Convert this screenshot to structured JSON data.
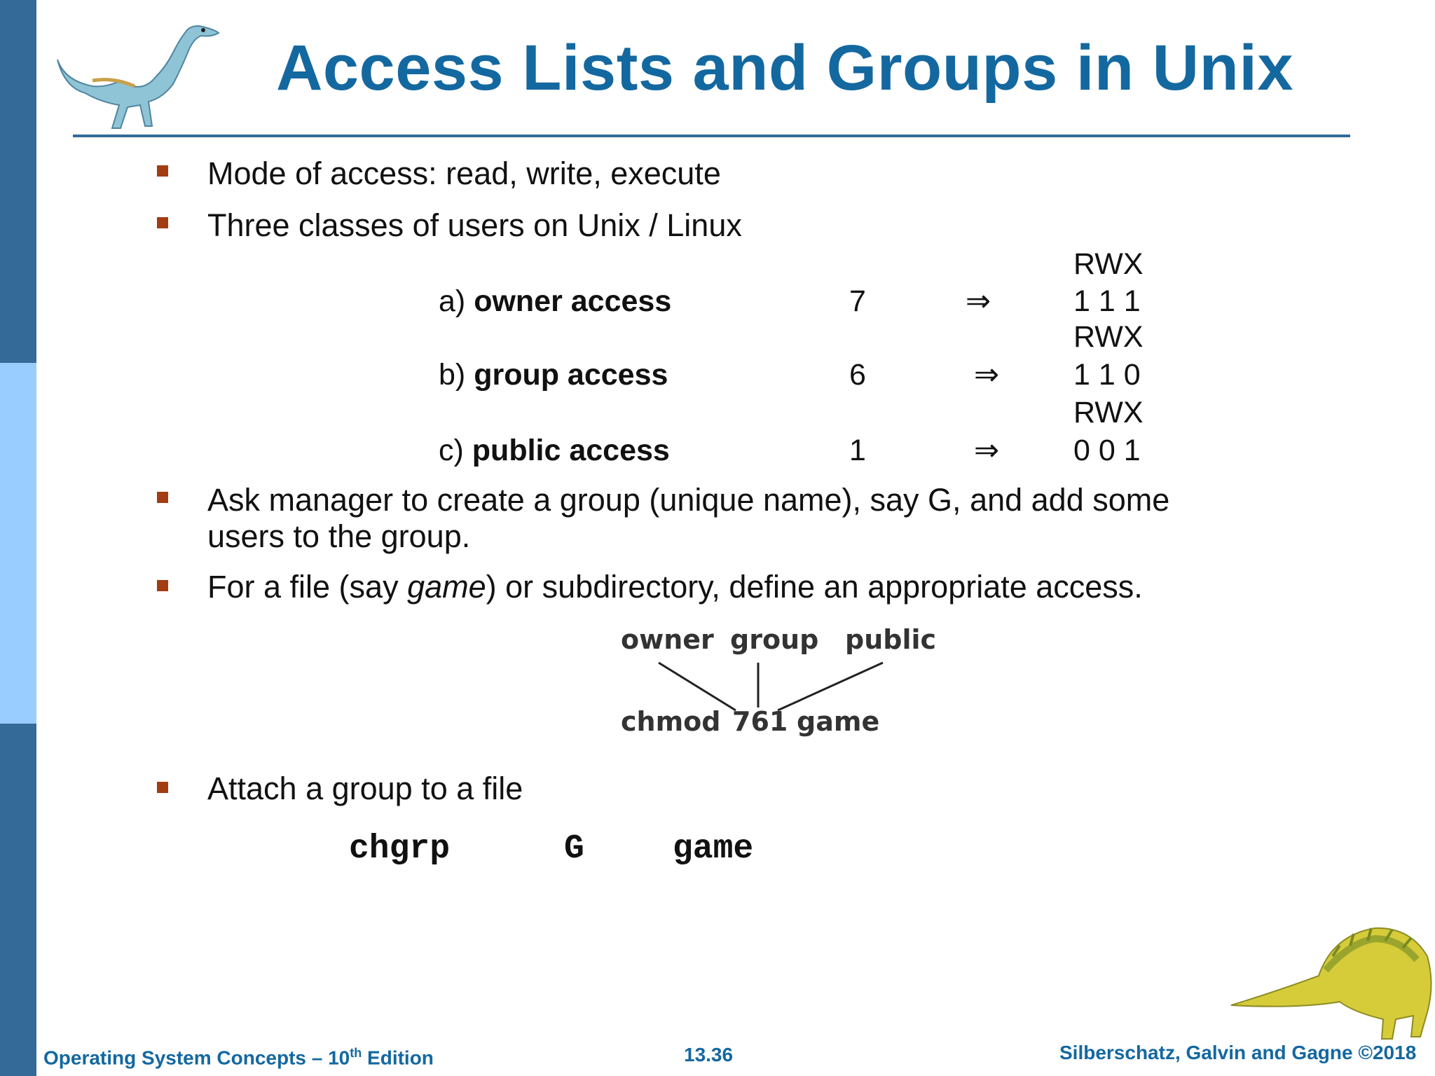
{
  "slide": {
    "title": "Access Lists and Groups in Unix",
    "bullets": [
      "Mode of access:  read, write, execute",
      "Three classes of users on Unix / Linux",
      "Ask manager to create a group (unique name), say G, and add some",
      "users to the group.",
      "For a file (say ",
      "game",
      ") or subdirectory, define an appropriate access.",
      "Attach a group to a file"
    ],
    "permissions": [
      {
        "prefix": "a)",
        "label": "owner access",
        "num": "7",
        "arrow": "⇒",
        "rwx": "RWX",
        "bits": "1 1 1"
      },
      {
        "prefix": "b)",
        "label": "group access",
        "num": "6",
        "arrow": "⇒",
        "rwx": "RWX",
        "bits": "1 1 0"
      },
      {
        "prefix": "c)",
        "label": "public access",
        "num": "1",
        "arrow": "⇒",
        "rwx": "RWX",
        "bits": "0 0 1"
      }
    ],
    "diagram": {
      "top_labels": [
        "owner",
        "group",
        "public"
      ],
      "command": "chmod",
      "mode": "761",
      "file": "game"
    },
    "command": {
      "cmd": "chgrp",
      "group": "G",
      "file": "game"
    }
  },
  "footer": {
    "left_prefix": "Operating System Concepts – 10",
    "left_sup": "th",
    "left_suffix": " Edition",
    "page": "13.36",
    "right": "Silberschatz, Galvin and Gagne ©2018"
  },
  "colors": {
    "title": "#1468a0",
    "sidebar": "#346a98",
    "sidebar_light": "#99ccff",
    "bullet": "#a23c12"
  }
}
